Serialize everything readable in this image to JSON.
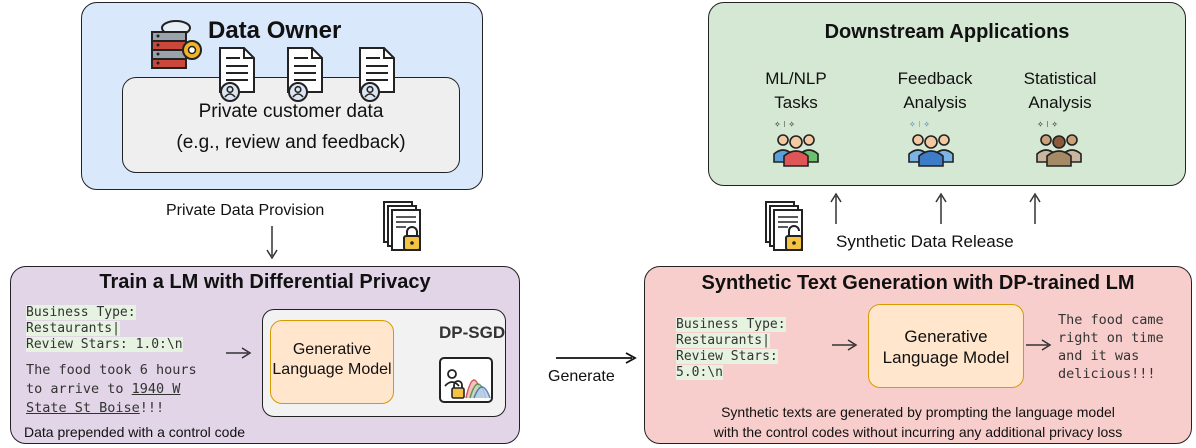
{
  "data_owner": {
    "title": "Data Owner",
    "data_line1": "Private customer data",
    "data_line2": "(e.g., review and feedback)"
  },
  "provision_label": "Private Data Provision",
  "train": {
    "title": "Train a LM with Differential Privacy",
    "code_lines": [
      "Business Type:",
      "Restaurants|",
      "Review Stars: 1.0:\\n"
    ],
    "review_line1": "The food took 6 hours",
    "review_line2_plain": "to arrive to ",
    "review_line2_ul": "1940 W",
    "review_line3_ul": "State St Boise",
    "review_line3_plain": "!!!",
    "model_label": "Generative Language Model",
    "method": "DP-SGD",
    "footer": "Data prepended with a control code"
  },
  "generate_label": "Generate",
  "downstream": {
    "title": "Downstream Applications",
    "apps": [
      {
        "line1": "ML/NLP",
        "line2": "Tasks"
      },
      {
        "line1": "Feedback",
        "line2": "Analysis"
      },
      {
        "line1": "Statistical",
        "line2": "Analysis"
      }
    ]
  },
  "release_label": "Synthetic Data Release",
  "synth": {
    "title": "Synthetic Text Generation with DP-trained LM",
    "code_lines": [
      "Business Type:",
      "Restaurants|",
      "Review Stars:",
      "5.0:\\n"
    ],
    "model_label": "Generative Language Model",
    "output_lines": [
      "The food came",
      "right on time",
      "and it was",
      "delicious!!!"
    ],
    "footer1": "Synthetic texts are generated by prompting the language model",
    "footer2": "with the control codes without incurring any additional privacy loss"
  },
  "colors": {
    "owner_bg": "#dae8fc",
    "train_bg": "#e1d5e7",
    "downstream_bg": "#d5e8d4",
    "synth_bg": "#f8cecc",
    "model_bg": "#ffe6cc",
    "model_border": "#d79b00",
    "code_hl": "#e6f3e0"
  }
}
